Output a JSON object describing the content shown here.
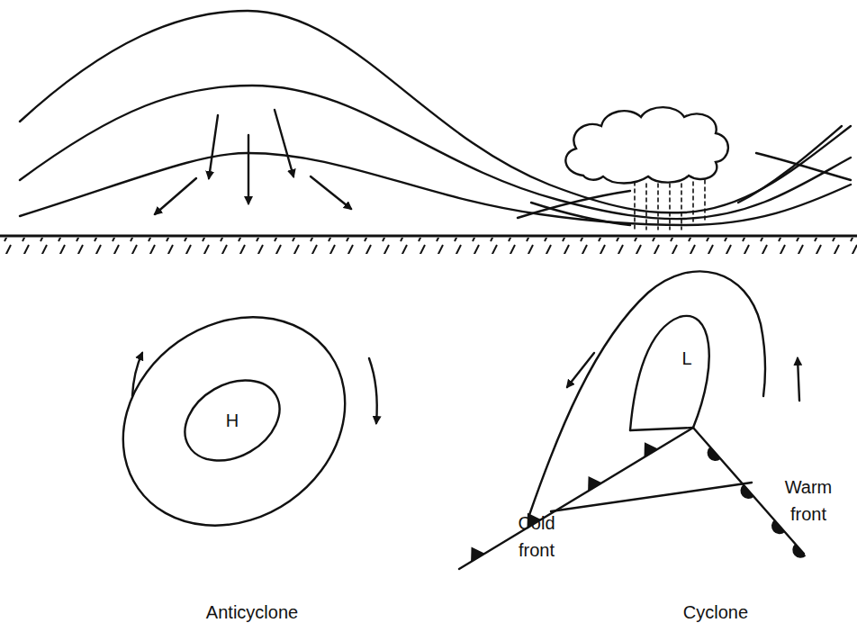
{
  "diagram": {
    "labels": [
      "H",
      "L",
      "Cold front",
      "Warm front",
      "Anticyclone",
      "Cyclone"
    ]
  }
}
